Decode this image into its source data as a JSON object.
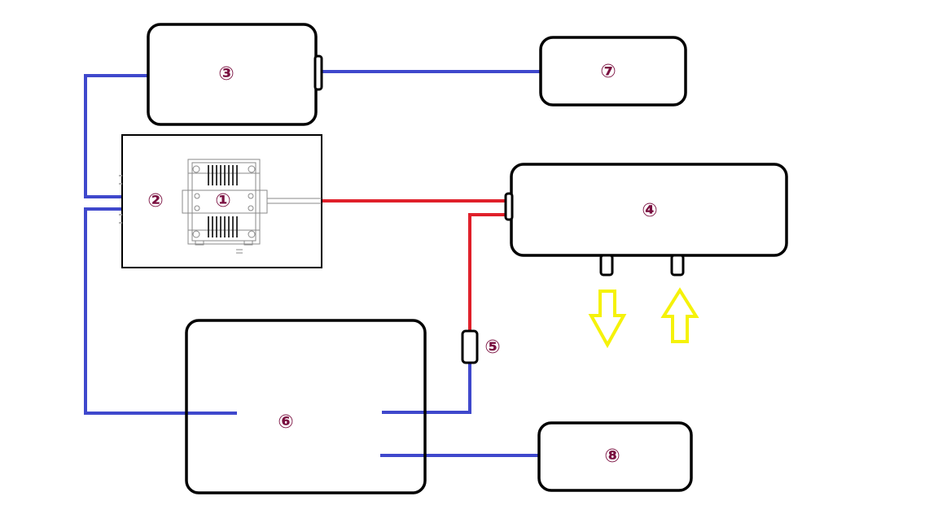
{
  "colors": {
    "box_stroke": "#000000",
    "blue_wire": "#3f48cc",
    "red_wire": "#e0202a",
    "arrow": "#f5f20a",
    "label": "#7a1040",
    "drawing": "#9a9a9a"
  },
  "labels": {
    "one": "①",
    "two": "②",
    "three": "③",
    "four": "④",
    "five": "⑤",
    "six": "⑥",
    "seven": "⑦",
    "eight": "⑧"
  },
  "arrows": {
    "left": "down",
    "right": "up"
  }
}
